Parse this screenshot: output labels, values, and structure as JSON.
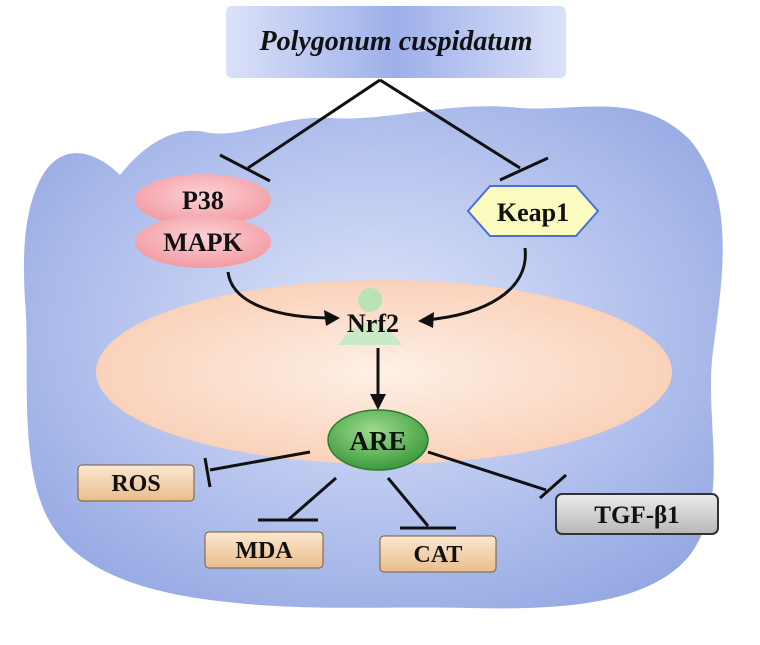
{
  "diagram": {
    "source_label": "Polygonum cuspidatum",
    "p38_line1": "P38",
    "p38_line2": "MAPK",
    "keap1": "Keap1",
    "nrf2": "Nrf2",
    "are": "ARE",
    "targets": {
      "ros": "ROS",
      "mda": "MDA",
      "cat": "CAT",
      "tgf": "TGF-β1"
    }
  },
  "colors": {
    "cell": "#9fb1e6",
    "nucleus": "#fbd5bf",
    "p38": "#f4a0a8",
    "keap1": "#fbfbbf",
    "nrf2": "#b9e2b5",
    "are": "#4aa34a",
    "target_box": "#f3d2ac",
    "tgf_box": "#c8c8c8"
  }
}
